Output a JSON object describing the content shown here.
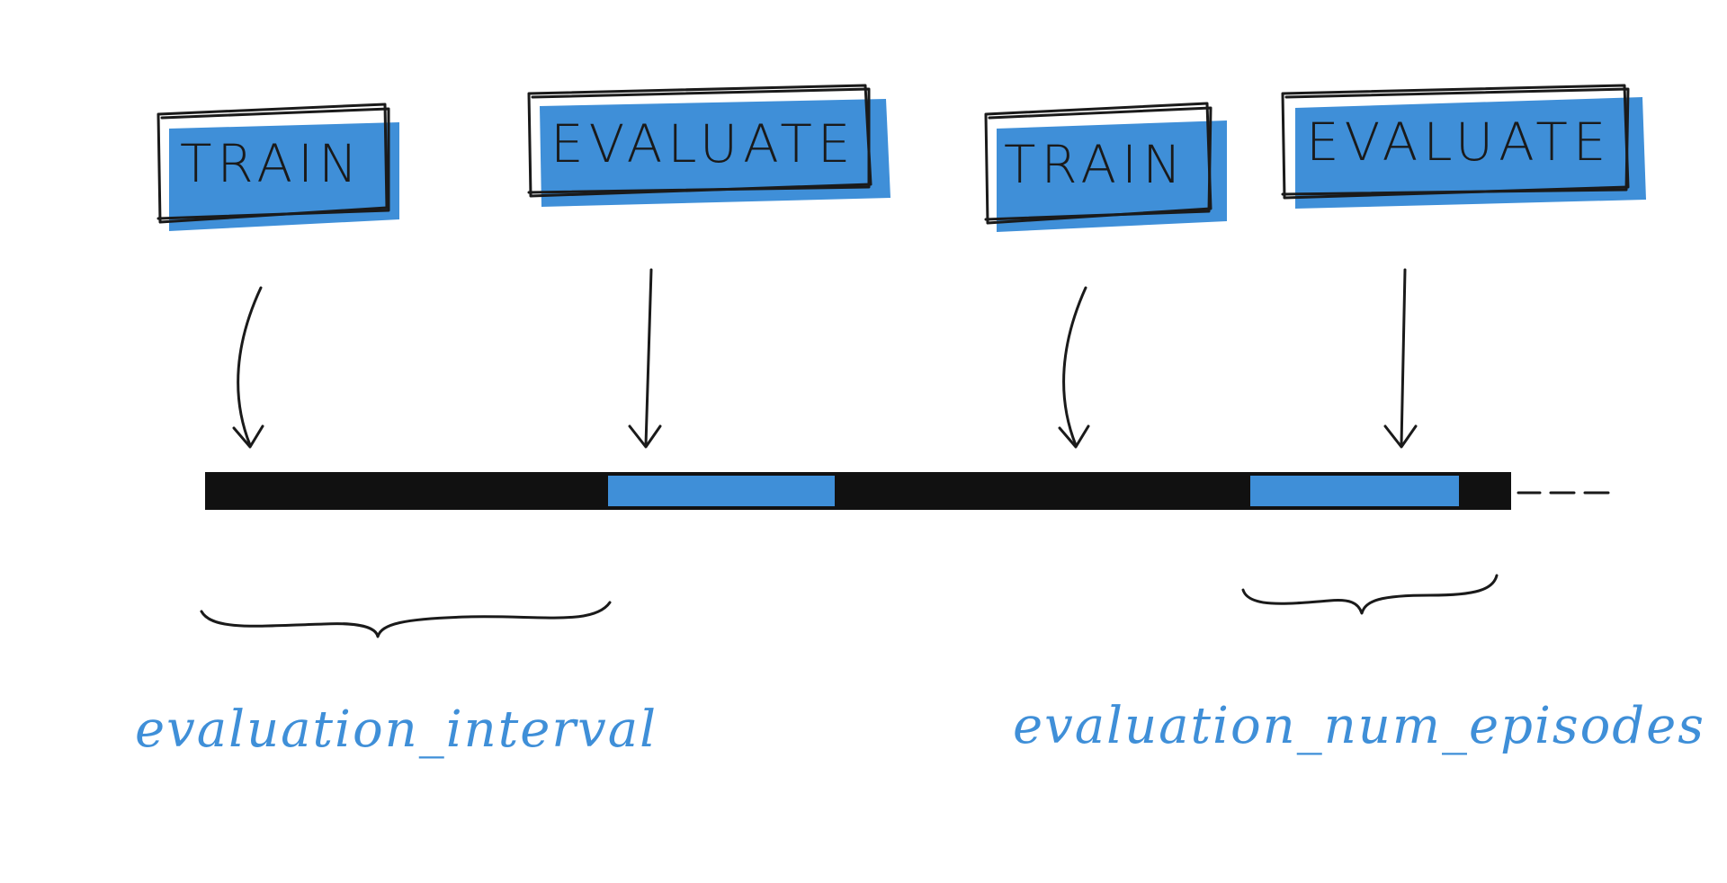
{
  "colors": {
    "ink": "#1a1a1a",
    "accent": "#3f8fd8",
    "background": "#ffffff"
  },
  "phases": [
    {
      "label": "TRAIN",
      "kind": "train"
    },
    {
      "label": "EVALUATE",
      "kind": "evaluate"
    },
    {
      "label": "TRAIN",
      "kind": "train"
    },
    {
      "label": "EVALUATE",
      "kind": "evaluate"
    }
  ],
  "timeline": {
    "continues": true
  },
  "annotations": {
    "left": "evaluation_interval",
    "right": "evaluation_num_episodes"
  }
}
